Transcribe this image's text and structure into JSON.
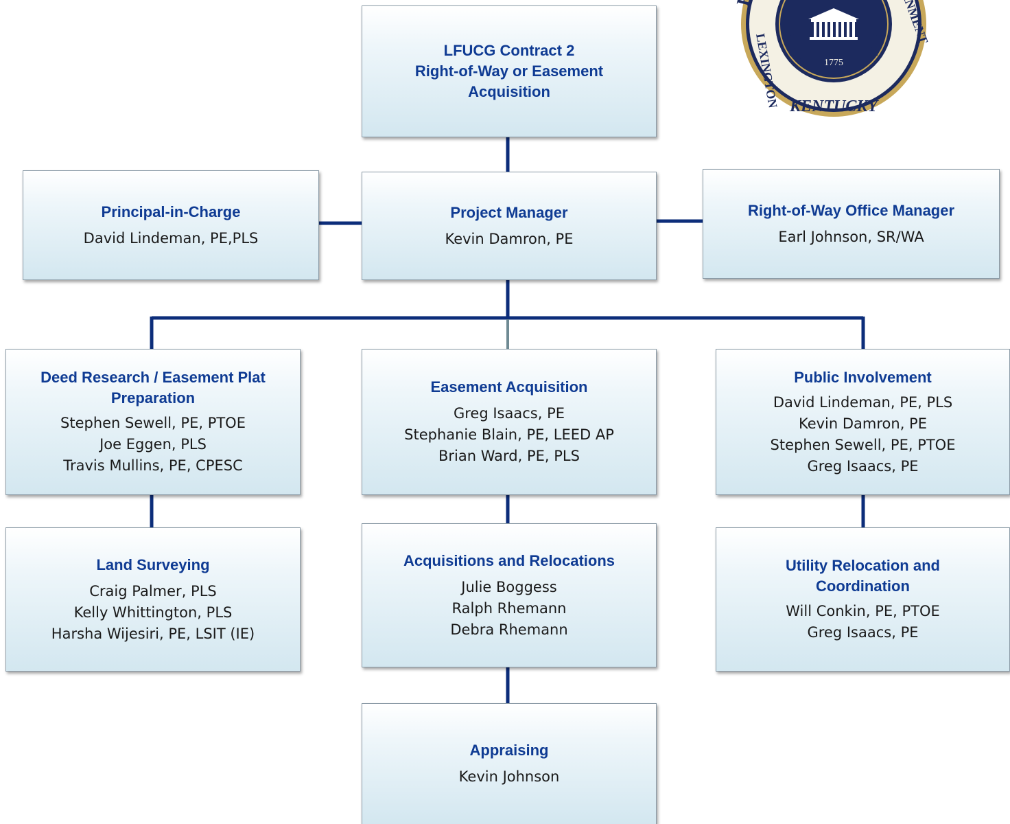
{
  "seal": {
    "text_left": "F",
    "text_right": "GOVERNMENT",
    "text_lower_left": "LEXINGTON",
    "text_bottom": "KENTUCKY",
    "year": "1775"
  },
  "top": {
    "title_lines": [
      "LFUCG Contract 2",
      "Right-of-Way or Easement",
      "Acquisition"
    ]
  },
  "principal": {
    "title": "Principal-in-Charge",
    "people": [
      "David Lindeman, PE,PLS"
    ]
  },
  "pm": {
    "title": "Project Manager",
    "people": [
      "Kevin Damron, PE"
    ]
  },
  "row_office": {
    "title": "Right-of-Way Office Manager",
    "people": [
      "Earl Johnson, SR/WA"
    ]
  },
  "deed": {
    "title_lines": [
      "Deed Research / Easement Plat",
      "Preparation"
    ],
    "people": [
      "Stephen Sewell, PE, PTOE",
      "Joe Eggen, PLS",
      "Travis Mullins, PE, CPESC"
    ]
  },
  "easement": {
    "title": "Easement Acquisition",
    "people": [
      "Greg Isaacs, PE",
      "Stephanie Blain, PE, LEED AP",
      "Brian Ward, PE, PLS"
    ]
  },
  "public": {
    "title": "Public Involvement",
    "people": [
      "David Lindeman, PE, PLS",
      "Kevin Damron, PE",
      "Stephen Sewell, PE, PTOE",
      "Greg Isaacs, PE"
    ]
  },
  "land": {
    "title": "Land Surveying",
    "people": [
      "Craig Palmer, PLS",
      "Kelly Whittington, PLS",
      "Harsha Wijesiri, PE, LSIT (IE)"
    ]
  },
  "acq": {
    "title": "Acquisitions and Relocations",
    "people": [
      "Julie Boggess",
      "Ralph Rhemann",
      "Debra Rhemann"
    ]
  },
  "utility": {
    "title_lines": [
      "Utility Relocation and",
      "Coordination"
    ],
    "people": [
      "Will Conkin, PE, PTOE",
      "Greg Isaacs, PE"
    ]
  },
  "appraising": {
    "title": "Appraising",
    "people": [
      "Kevin Johnson"
    ]
  },
  "colors": {
    "title_blue": "#0f3b93",
    "line_navy": "#0c2d7a",
    "line_gray": "#6f8a93",
    "seal_navy": "#1c2a5e",
    "seal_gold": "#c8a85a"
  }
}
